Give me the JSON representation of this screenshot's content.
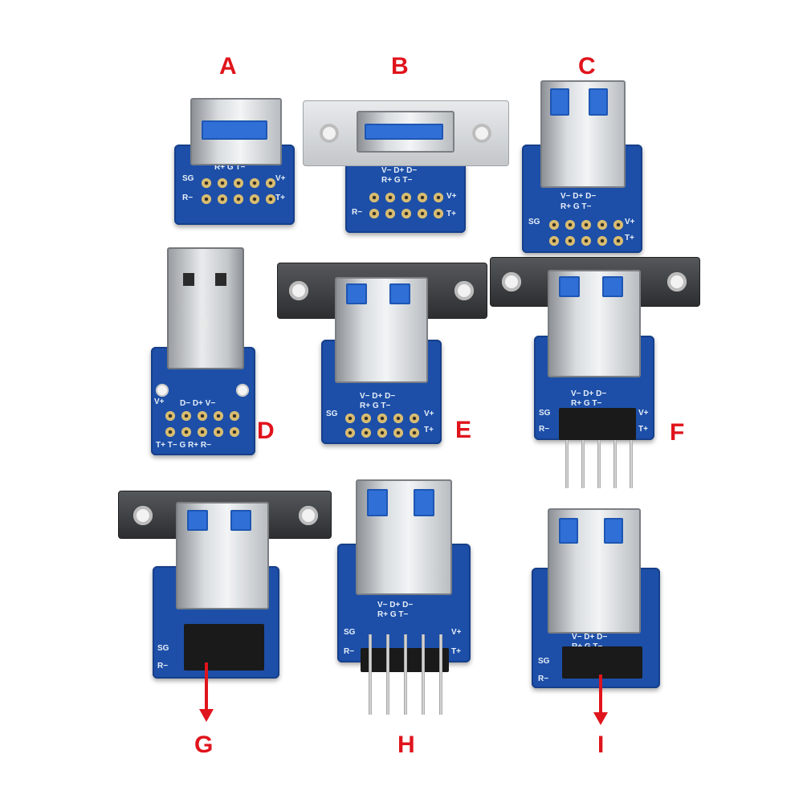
{
  "labels": [
    "A",
    "B",
    "C",
    "D",
    "E",
    "F",
    "G",
    "H",
    "I"
  ],
  "silk": {
    "row_top": "V− D+ D−",
    "row_mid": "R+ G T−",
    "sg": "SG",
    "rminus": "R−",
    "vplus": "V+",
    "tplus": "T+",
    "d_top": "D− D+ V−",
    "d_bottom": "T+ T− G R+ R−"
  },
  "colors": {
    "label": "#e0141c",
    "pcb": "#1d4fa8",
    "connector_blue": "#2f6fd6",
    "background": "#ffffff"
  }
}
